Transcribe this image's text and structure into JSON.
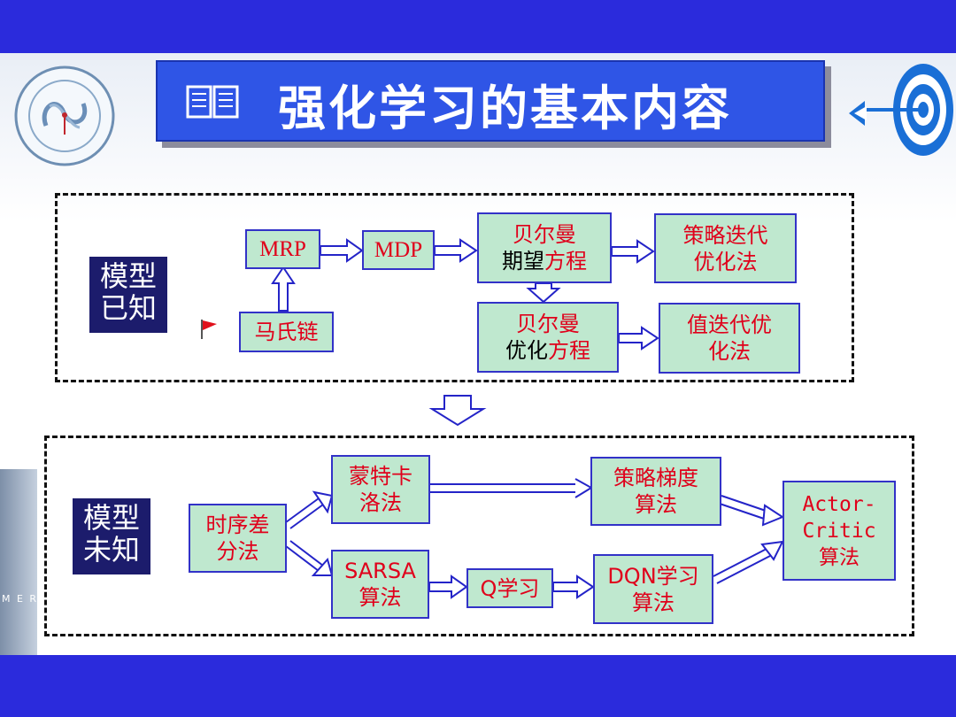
{
  "title": "强化学习的基本内容",
  "icons": [
    "book-icon",
    "flag-icon",
    "target-arrow-icon",
    "university-logo"
  ],
  "colors": {
    "title_bg": "#2f55e6",
    "bars": "#2b2bdc",
    "node_bg": "#bfe8cf",
    "node_border": "#3232c8",
    "node_text": "#e0001b",
    "label_bg": "#1c1c6c"
  },
  "building_text": "M E R",
  "known": {
    "label_line1": "模型",
    "label_line2": "已知",
    "mrp": "MRP",
    "mdp": "MDP",
    "markov": "马氏链",
    "bellman_exp": {
      "line1": "贝尔曼",
      "line2_a": "期望",
      "line2_b": "方程"
    },
    "bellman_opt": {
      "line1": "贝尔曼",
      "line2_a": "优化",
      "line2_b": "方程"
    },
    "policy_iter": {
      "line1": "策略迭代",
      "line2": "优化法"
    },
    "value_iter": {
      "line1": "值迭代优",
      "line2": "化法"
    }
  },
  "unknown": {
    "label_line1": "模型",
    "label_line2": "未知",
    "td": {
      "line1": "时序差",
      "line2": "分法"
    },
    "mc": {
      "line1": "蒙特卡",
      "line2": "洛法"
    },
    "sarsa": {
      "line1": "SARSA",
      "line2": "算法"
    },
    "q": "Q学习",
    "dqn": {
      "line1": "DQN学习",
      "line2": "算法"
    },
    "pg": {
      "line1": "策略梯度",
      "line2": "算法"
    },
    "ac": {
      "line1": "Actor-",
      "line2": "Critic",
      "line3": "算法"
    }
  }
}
